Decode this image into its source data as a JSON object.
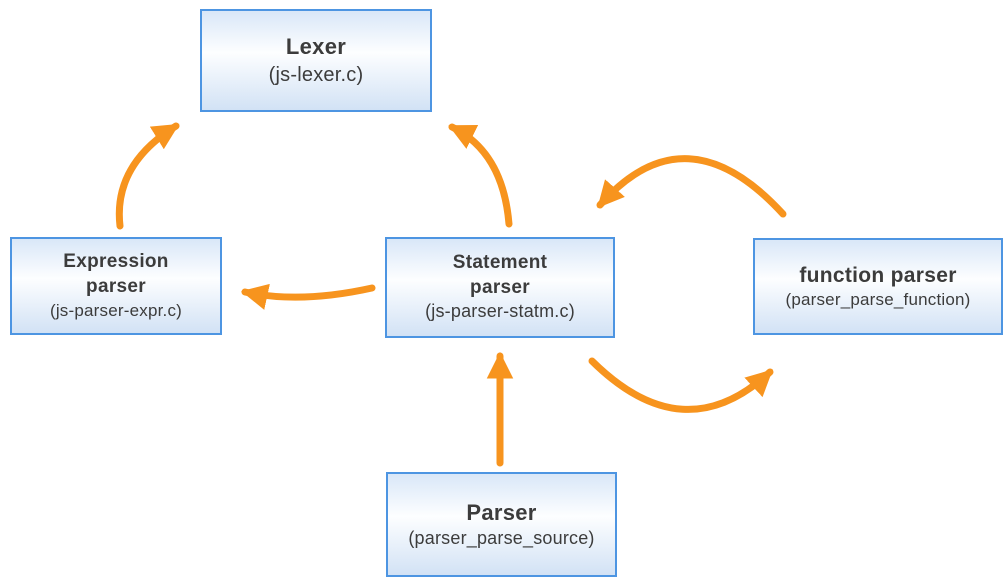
{
  "diagram": {
    "nodes": [
      {
        "id": "lexer",
        "title": "Lexer",
        "subtitle": "(js-lexer.c)"
      },
      {
        "id": "expression-parser",
        "title": "Expression parser",
        "subtitle": "(js-parser-expr.c)"
      },
      {
        "id": "statement-parser",
        "title": "Statement parser",
        "subtitle": "(js-parser-statm.c)"
      },
      {
        "id": "function-parser",
        "title": "function parser",
        "subtitle": "(parser_parse_function)"
      },
      {
        "id": "parser",
        "title": "Parser",
        "subtitle": "(parser_parse_source)"
      }
    ],
    "edges": [
      {
        "from": "expression-parser",
        "to": "lexer"
      },
      {
        "from": "statement-parser",
        "to": "lexer"
      },
      {
        "from": "statement-parser",
        "to": "expression-parser"
      },
      {
        "from": "function-parser",
        "to": "statement-parser"
      },
      {
        "from": "statement-parser",
        "to": "function-parser"
      },
      {
        "from": "parser",
        "to": "statement-parser"
      }
    ],
    "colors": {
      "arrow": "#f7941e",
      "box_border": "#4d95e2",
      "box_fill_top": "#d9e7f8",
      "box_fill_middle": "#fdfeff",
      "box_fill_bottom": "#d2e2f5",
      "text": "#3c3c3c",
      "background": "#ffffff"
    }
  }
}
